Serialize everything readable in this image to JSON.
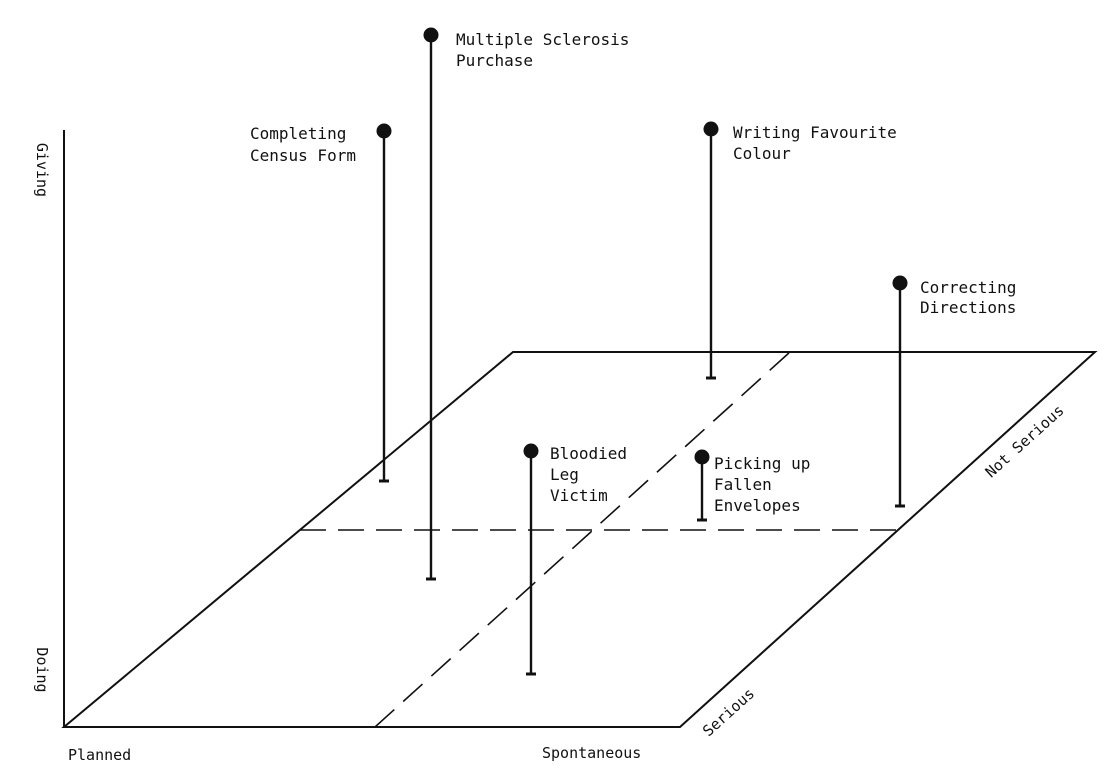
{
  "axes": {
    "vertical_top": "Giving",
    "vertical_bottom": "Doing",
    "horizontal_left": "Planned",
    "horizontal_right": "Spontaneous",
    "depth_front": "Serious",
    "depth_back": "Not Serious"
  },
  "items": [
    {
      "lines": [
        "Completing",
        "Census Form"
      ],
      "label_side": "left"
    },
    {
      "lines": [
        "Multiple Sclerosis",
        "Purchase"
      ],
      "label_side": "right"
    },
    {
      "lines": [
        "Writing Favourite",
        "Colour"
      ],
      "label_side": "right"
    },
    {
      "lines": [
        "Correcting",
        "Directions"
      ],
      "label_side": "right"
    },
    {
      "lines": [
        "Bloodied",
        "Leg",
        "Victim"
      ],
      "label_side": "right"
    },
    {
      "lines": [
        "Picking up",
        "Fallen",
        "Envelopes"
      ],
      "label_side": "right"
    }
  ]
}
